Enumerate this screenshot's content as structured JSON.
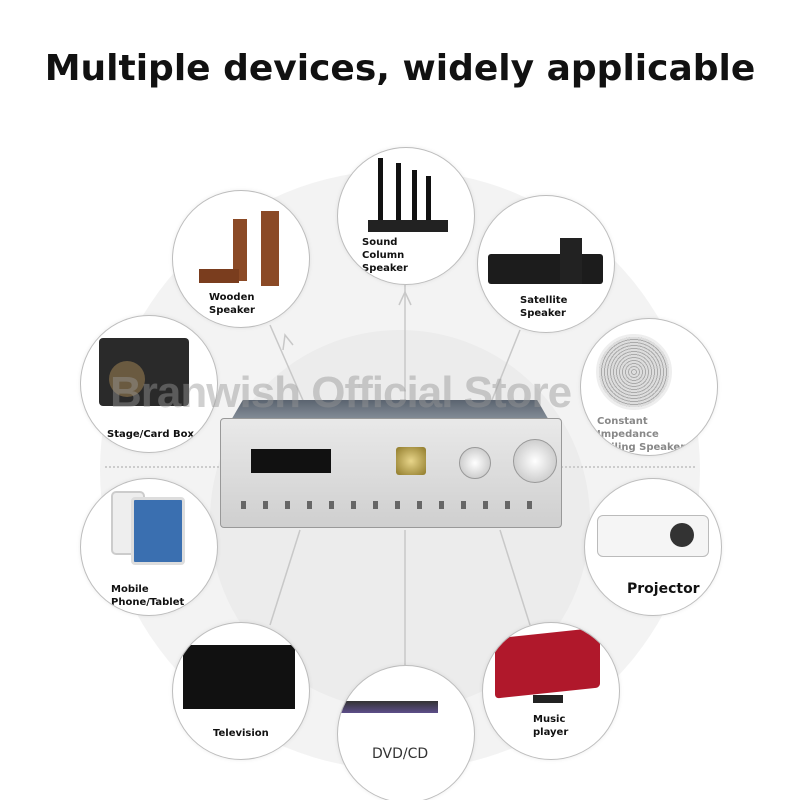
{
  "title": "Multiple devices, widely applicable",
  "watermark": "Branwish Official Store",
  "devices": {
    "sound_column": "Sound Column Speaker",
    "wooden": "Wooden Speaker",
    "satellite": "Satellite Speaker",
    "stage": "Stage/Card Box",
    "ceiling": "Constant Impedance Ceiling Speaker",
    "mobile": "Mobile Phone/Tablet",
    "projector": "Projector",
    "television": "Television",
    "dvd": "DVD/CD",
    "music_player": "Music player"
  }
}
